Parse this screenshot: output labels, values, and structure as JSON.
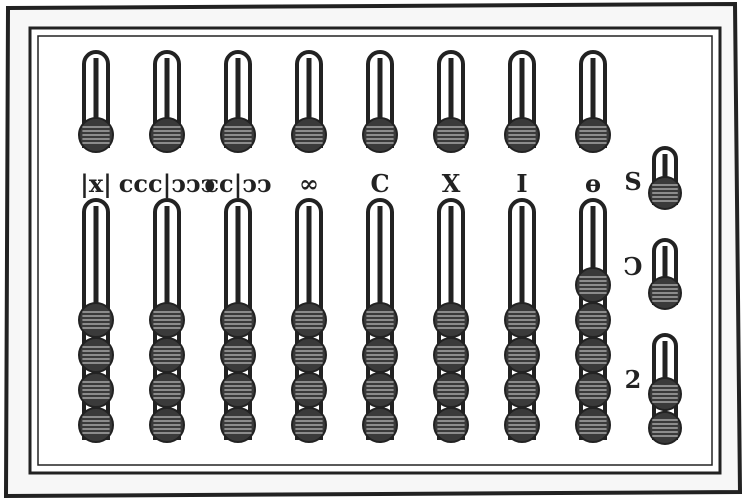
{
  "abacus": {
    "columns": [
      {
        "label": "|x|",
        "upper_beads": 1,
        "lower_beads": 4
      },
      {
        "label": "ccc|ↄↄↄ",
        "upper_beads": 1,
        "lower_beads": 4
      },
      {
        "label": "cc|ↄↄ",
        "upper_beads": 1,
        "lower_beads": 4
      },
      {
        "label": "∞",
        "upper_beads": 1,
        "lower_beads": 4
      },
      {
        "label": "C",
        "upper_beads": 1,
        "lower_beads": 4
      },
      {
        "label": "X",
        "upper_beads": 1,
        "lower_beads": 4
      },
      {
        "label": "I",
        "upper_beads": 1,
        "lower_beads": 4
      },
      {
        "label": "ɵ",
        "upper_beads": 1,
        "lower_beads": 5
      }
    ],
    "fraction_slots": [
      {
        "label": "S",
        "beads": 1
      },
      {
        "label": "Ↄ",
        "beads": 1
      },
      {
        "label": "2",
        "beads": 2
      }
    ],
    "colors": {
      "ink": "#222222",
      "frame": "#f4f4f4",
      "bead": "#3a3a3a"
    }
  }
}
